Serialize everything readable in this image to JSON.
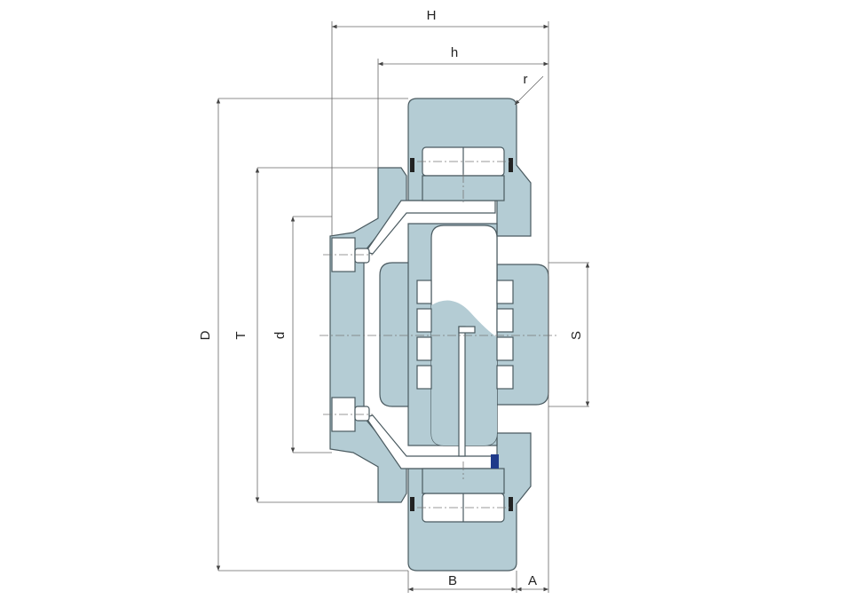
{
  "diagram": {
    "colors": {
      "body_fill": "#b4ccd4",
      "outline": "#4a5a60",
      "dimension_line": "#666666",
      "white": "#ffffff",
      "seal_accent": "#1f3a8a"
    },
    "labels": {
      "overall_width": "H",
      "housing_width": "h",
      "corner_radius": "r",
      "outer_diameter": "D",
      "flange_diameter": "T",
      "bore_diameter": "d",
      "shaft_height": "S",
      "roller_width": "B",
      "offset": "A"
    }
  }
}
